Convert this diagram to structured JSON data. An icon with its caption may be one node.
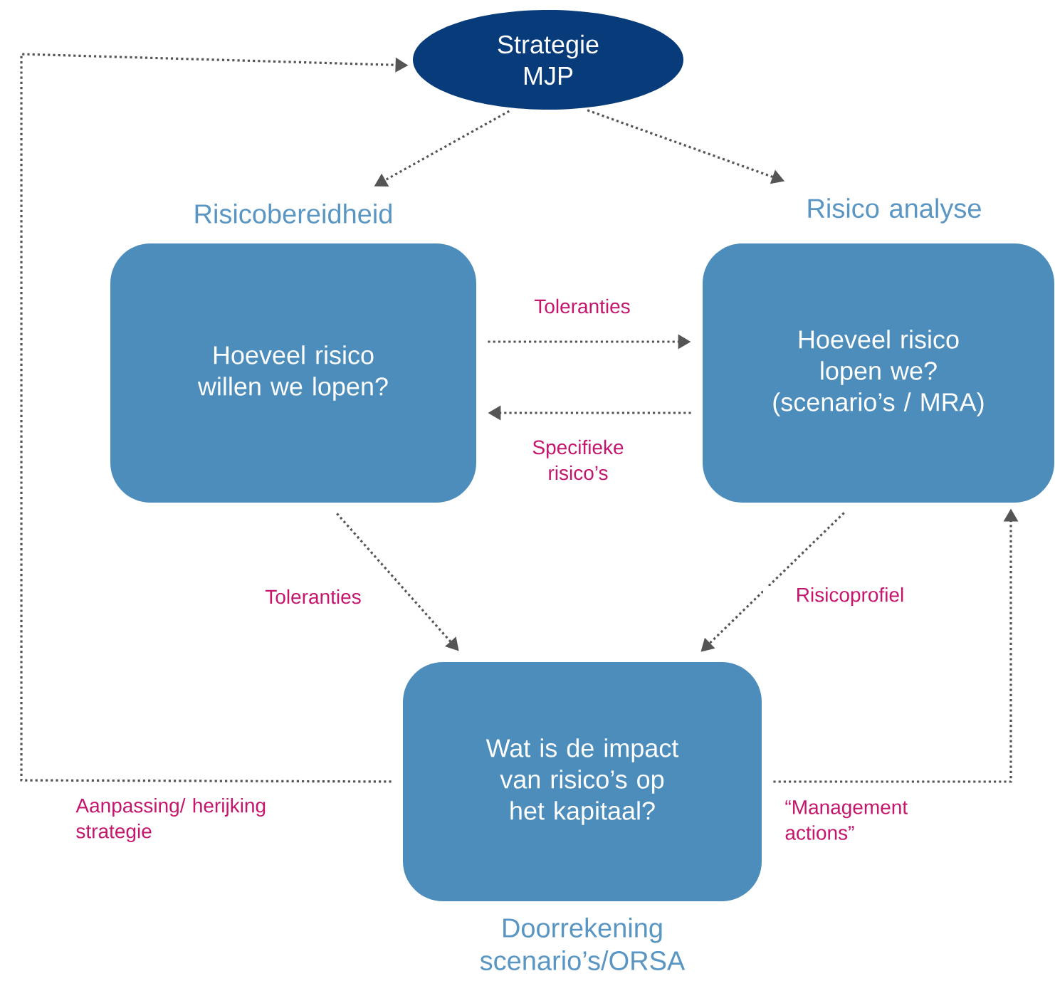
{
  "diagram": {
    "nodes": [
      {
        "text": [
          "Strategie MJP"
        ]
      },
      {
        "text": [
          "Risicobereidheid",
          "Hoeveel risico willen we lopen?"
        ]
      },
      {
        "text": [
          "Risico analyse",
          "Hoeveel risico lopen we? (scenario’s / MRA)"
        ]
      },
      {
        "text": [
          "Wat is de impact van risico’s op het kapitaal?",
          "Doorrekening scenario’s/ORSA"
        ]
      }
    ],
    "edges": [
      {
        "from": 0,
        "to": 1,
        "arrow": "to"
      },
      {
        "from": 0,
        "to": 2,
        "arrow": "to"
      },
      {
        "from": 1,
        "to": 2,
        "arrow": "to",
        "label": "Toleranties"
      },
      {
        "from": 2,
        "to": 1,
        "arrow": "to",
        "label": "Specifieke risico’s"
      },
      {
        "from": 1,
        "to": 3,
        "arrow": "to",
        "label": "Toleranties"
      },
      {
        "from": 2,
        "to": 3,
        "arrow": "to",
        "label": "Risicoprofiel"
      },
      {
        "from": 3,
        "to": 0,
        "arrow": "to",
        "label": "Aanpassing/ herijking strategie"
      },
      {
        "from": 3,
        "to": 2,
        "arrow": "to",
        "label": "“Management actions”"
      }
    ]
  }
}
